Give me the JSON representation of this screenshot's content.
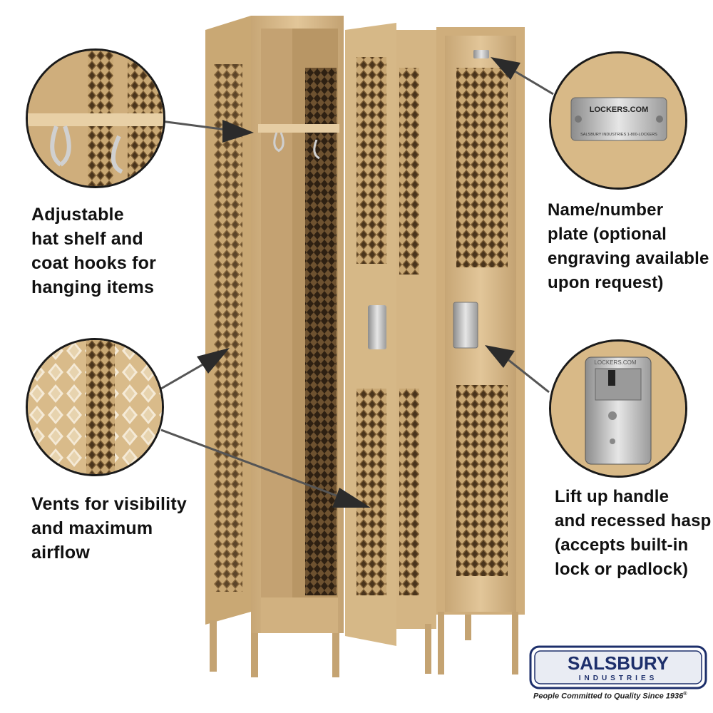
{
  "callouts": {
    "shelf": [
      "Adjustable",
      "hat shelf and",
      "coat hooks for",
      "hanging items"
    ],
    "vents": [
      "Vents for visibility",
      "and maximum",
      "airflow"
    ],
    "plate": [
      "Name/number",
      "plate (optional",
      "engraving available",
      "upon request)"
    ],
    "handle": [
      "Lift up handle",
      "and recessed hasp",
      "(accepts built-in",
      "lock or padlock)"
    ]
  },
  "plate_detail": {
    "line1": "LOCKERS.COM",
    "line2": "SALSBURY INDUSTRIES   1-800-LOCKERS"
  },
  "handle_detail": {
    "label": "LOCKERS.COM"
  },
  "brand": {
    "name": "SALSBURY",
    "sub": "INDUSTRIES",
    "tagline": "People Committed to Quality Since 1936",
    "tagline_mark": "®"
  },
  "colors": {
    "locker_tan": "#d9bb8a",
    "locker_shadow": "#b89868",
    "locker_dark": "#8a6c42",
    "text": "#111111",
    "logo_blue": "#1d2f6b"
  }
}
